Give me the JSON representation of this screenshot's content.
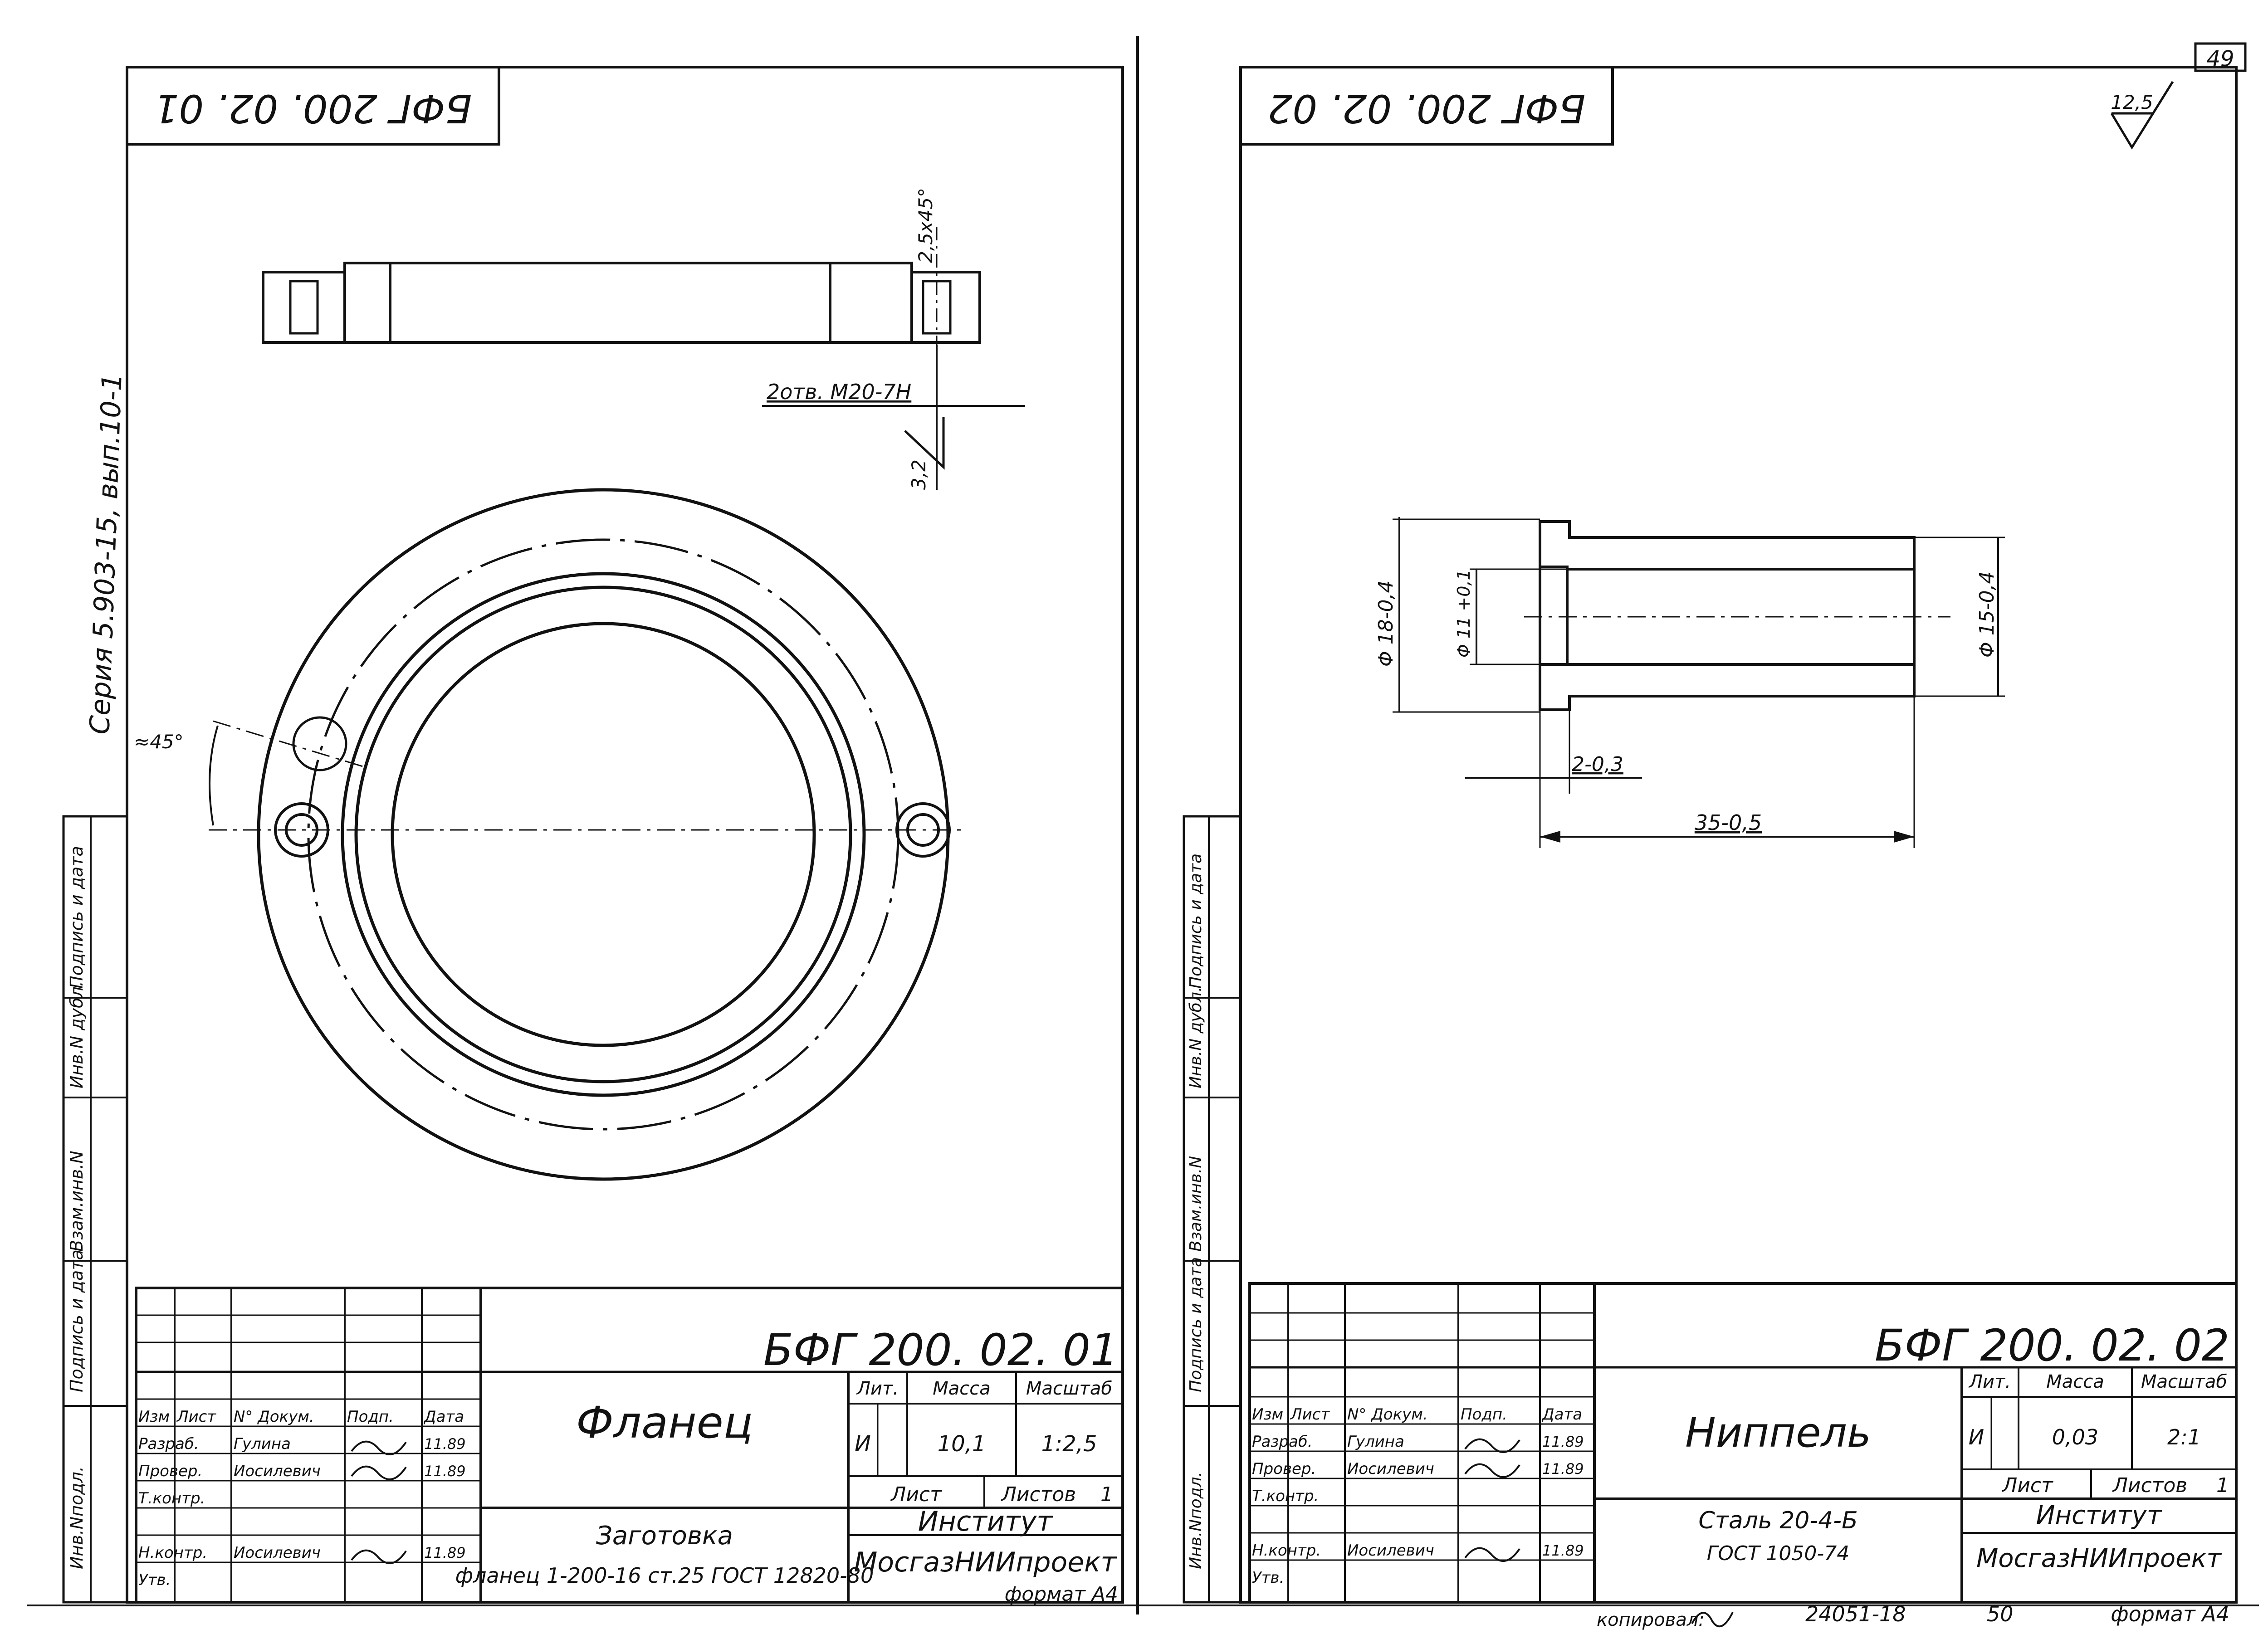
{
  "page_number": "49",
  "series_label": "Серия 5.903-15, вып.10-1",
  "side_labels": [
    "Инв.Nподл.",
    "Подпись и дата",
    "Взам.инв.N",
    "Инв.N дубл.",
    "Подпись и дата"
  ],
  "stamp_headers": [
    "Изм",
    "Лист",
    "N° Докум.",
    "Подп.",
    "Дата"
  ],
  "stamp_labels": {
    "lit": "Лит.",
    "mass": "Масса",
    "scale": "Масштаб",
    "sheet": "Лист",
    "sheets": "Листов"
  },
  "sheets": [
    {
      "code_stamp": "БФГ 200. 02. 01",
      "code_corner": "БФГ 200. 02. 01",
      "title": "Фланец",
      "lit_value": "И",
      "mass": "10,1",
      "scale": "1:2,5",
      "sheets_value": "1",
      "material_line1": "Заготовка",
      "material_line2": "фланец 1-200-16 ст.25 ГОСТ 12820-80",
      "org_line1": "Институт",
      "org_line2": "МосгазНИИпроект",
      "format": "формат А4",
      "roles": [
        {
          "role": "Разраб.",
          "name": "Гулина",
          "date": "11.89"
        },
        {
          "role": "Провер.",
          "name": "Иосилевич",
          "date": "11.89"
        },
        {
          "role": "Т.контр.",
          "name": "",
          "date": ""
        },
        {
          "role": "",
          "name": "",
          "date": ""
        },
        {
          "role": "Н.контр.",
          "name": "Иосилевич",
          "date": "11.89"
        },
        {
          "role": "Утв.",
          "name": "",
          "date": ""
        }
      ],
      "dims": {
        "chamfer": "2,5x45°",
        "holes": "2отв. М20-7Н",
        "roughness": "3,2",
        "angle": "≈45°"
      }
    },
    {
      "code_stamp": "БФГ 200. 02. 02",
      "code_corner": "БФГ 200. 02. 02",
      "title": "Ниппель",
      "lit_value": "И",
      "mass": "0,03",
      "scale": "2:1",
      "sheets_value": "1",
      "material_line1": "Сталь 20-4-Б",
      "material_line2": "ГОСТ 1050-74",
      "org_line1": "Институт",
      "org_line2": "МосгазНИИпроект",
      "format": "формат А4",
      "roles": [
        {
          "role": "Разраб.",
          "name": "Гулина",
          "date": "11.89"
        },
        {
          "role": "Провер.",
          "name": "Иосилевич",
          "date": "11.89"
        },
        {
          "role": "Т.контр.",
          "name": "",
          "date": ""
        },
        {
          "role": "",
          "name": "",
          "date": ""
        },
        {
          "role": "Н.контр.",
          "name": "Иосилевич",
          "date": "11.89"
        },
        {
          "role": "Утв.",
          "name": "",
          "date": ""
        }
      ],
      "dims": {
        "d_outer_flange": "Φ 18-0,4",
        "d_inner": "Φ 11 +0,1",
        "d_outer": "Φ 15-0,4",
        "flange_width": "2-0,3",
        "length": "35-0,5",
        "roughness": "12,5"
      }
    }
  ],
  "footer": {
    "copied": "копировал:",
    "order": "24051-18",
    "sheet_no": "50"
  },
  "colors": {
    "ink": "#111111",
    "paper": "#ffffff"
  }
}
